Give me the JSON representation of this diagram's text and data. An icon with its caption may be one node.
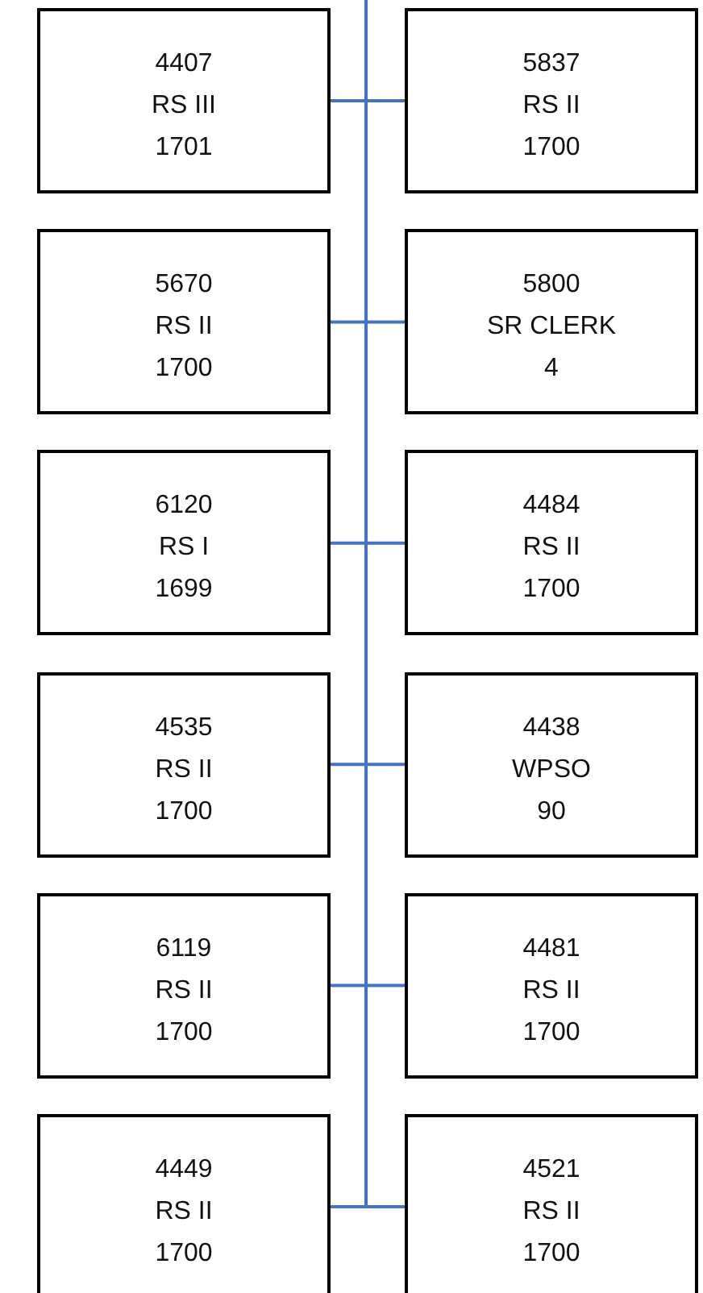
{
  "diagram": {
    "nodes": [
      {
        "text": [
          "4407",
          "RS III",
          "1701"
        ]
      },
      {
        "text": [
          "5837",
          "RS II",
          "1700"
        ]
      },
      {
        "text": [
          "5670",
          "RS II",
          "1700"
        ]
      },
      {
        "text": [
          "5800",
          "SR CLERK",
          "4"
        ]
      },
      {
        "text": [
          "6120",
          "RS I",
          "1699"
        ]
      },
      {
        "text": [
          "4484",
          "RS II",
          "1700"
        ]
      },
      {
        "text": [
          "4535",
          "RS II",
          "1700"
        ]
      },
      {
        "text": [
          "4438",
          "WPSO",
          "90"
        ]
      },
      {
        "text": [
          "6119",
          "RS II",
          "1700"
        ]
      },
      {
        "text": [
          "4481",
          "RS II",
          "1700"
        ]
      },
      {
        "text": [
          "4449",
          "RS II",
          "1700"
        ]
      },
      {
        "text": [
          "4521",
          "RS II",
          "1700"
        ]
      }
    ],
    "edges": [
      {
        "from": null,
        "to": 0,
        "arrow": "none"
      },
      {
        "from": null,
        "to": 1,
        "arrow": "none"
      },
      {
        "from": null,
        "to": 2,
        "arrow": "none"
      },
      {
        "from": null,
        "to": 3,
        "arrow": "none"
      },
      {
        "from": null,
        "to": 4,
        "arrow": "none"
      },
      {
        "from": null,
        "to": 5,
        "arrow": "none"
      },
      {
        "from": null,
        "to": 6,
        "arrow": "none"
      },
      {
        "from": null,
        "to": 7,
        "arrow": "none"
      },
      {
        "from": null,
        "to": 8,
        "arrow": "none"
      },
      {
        "from": null,
        "to": 9,
        "arrow": "none"
      },
      {
        "from": null,
        "to": 10,
        "arrow": "none"
      },
      {
        "from": null,
        "to": 11,
        "arrow": "none"
      }
    ]
  }
}
